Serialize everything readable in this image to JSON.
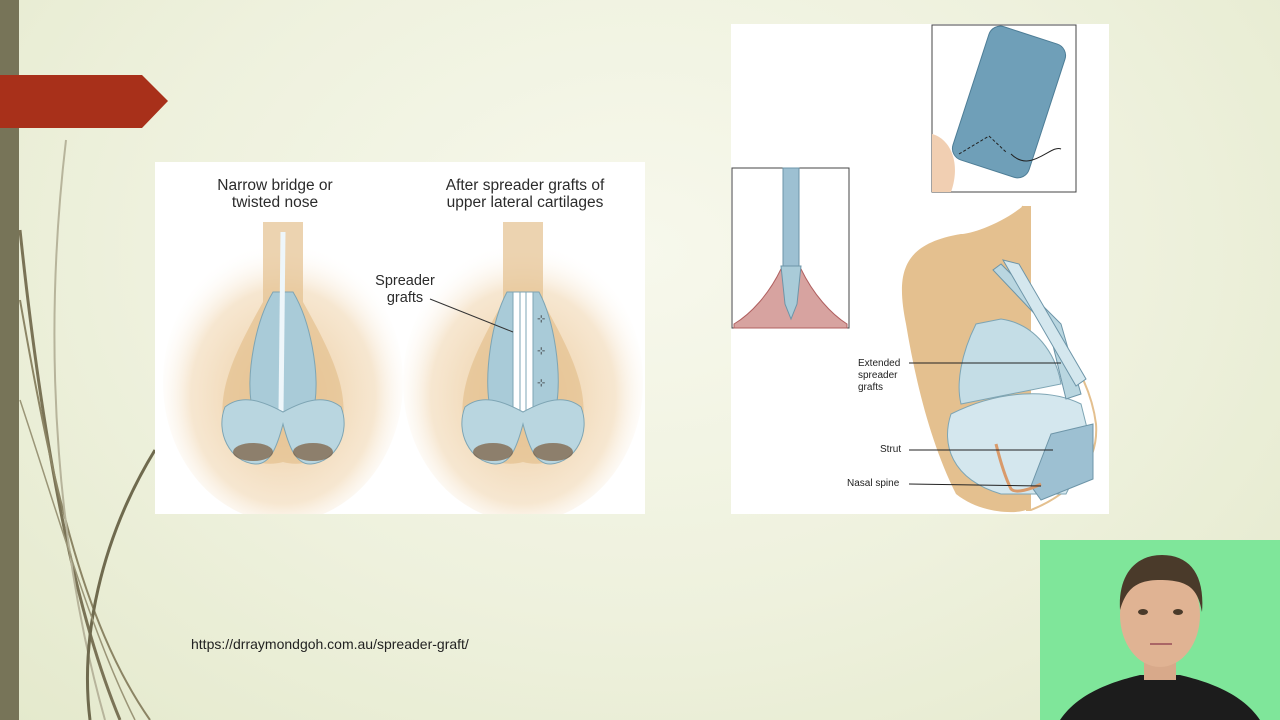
{
  "slide": {
    "source_url": "https://drraymondgoh.com.au/spreader-graft/"
  },
  "figure_left": {
    "caption_before_line1": "Narrow bridge or",
    "caption_before_line2": "twisted nose",
    "caption_after_line1": "After spreader grafts of",
    "caption_after_line2": "upper lateral cartilages",
    "callout_line1": "Spreader",
    "callout_line2": "grafts"
  },
  "figure_right": {
    "label_extended_line1": "Extended",
    "label_extended_line2": "spreader",
    "label_extended_line3": "grafts",
    "label_strut": "Strut",
    "label_nasal_spine": "Nasal spine"
  },
  "colors": {
    "background": "#eef1dd",
    "sidebar": "#777458",
    "title_accent": "#a8301a",
    "cartilage": "#a9cbd8",
    "skin": "#e4c08f",
    "webcam_bg": "#7fe69a"
  }
}
